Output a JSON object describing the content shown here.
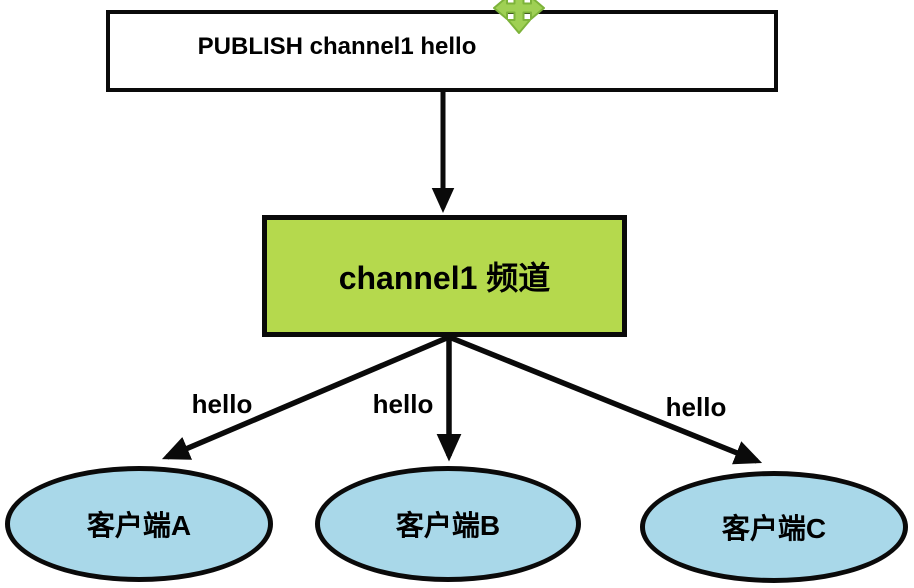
{
  "diagram": {
    "publisher": {
      "label": "PUBLISH channel1 hello"
    },
    "channel": {
      "label": "channel1 频道"
    },
    "messages": [
      {
        "label": "hello"
      },
      {
        "label": "hello"
      },
      {
        "label": "hello"
      }
    ],
    "clients": [
      {
        "label": "客户端A"
      },
      {
        "label": "客户端B"
      },
      {
        "label": "客户端C"
      }
    ],
    "icons": {
      "move_cursor": "move-cursor-icon"
    },
    "colors": {
      "background": "#ffffff",
      "publisher_fill": "#ffffff",
      "channel_fill": "#b5d94d",
      "client_fill": "#a9d8e9",
      "stroke": "#000000",
      "move_icon": "#9fd054"
    }
  }
}
